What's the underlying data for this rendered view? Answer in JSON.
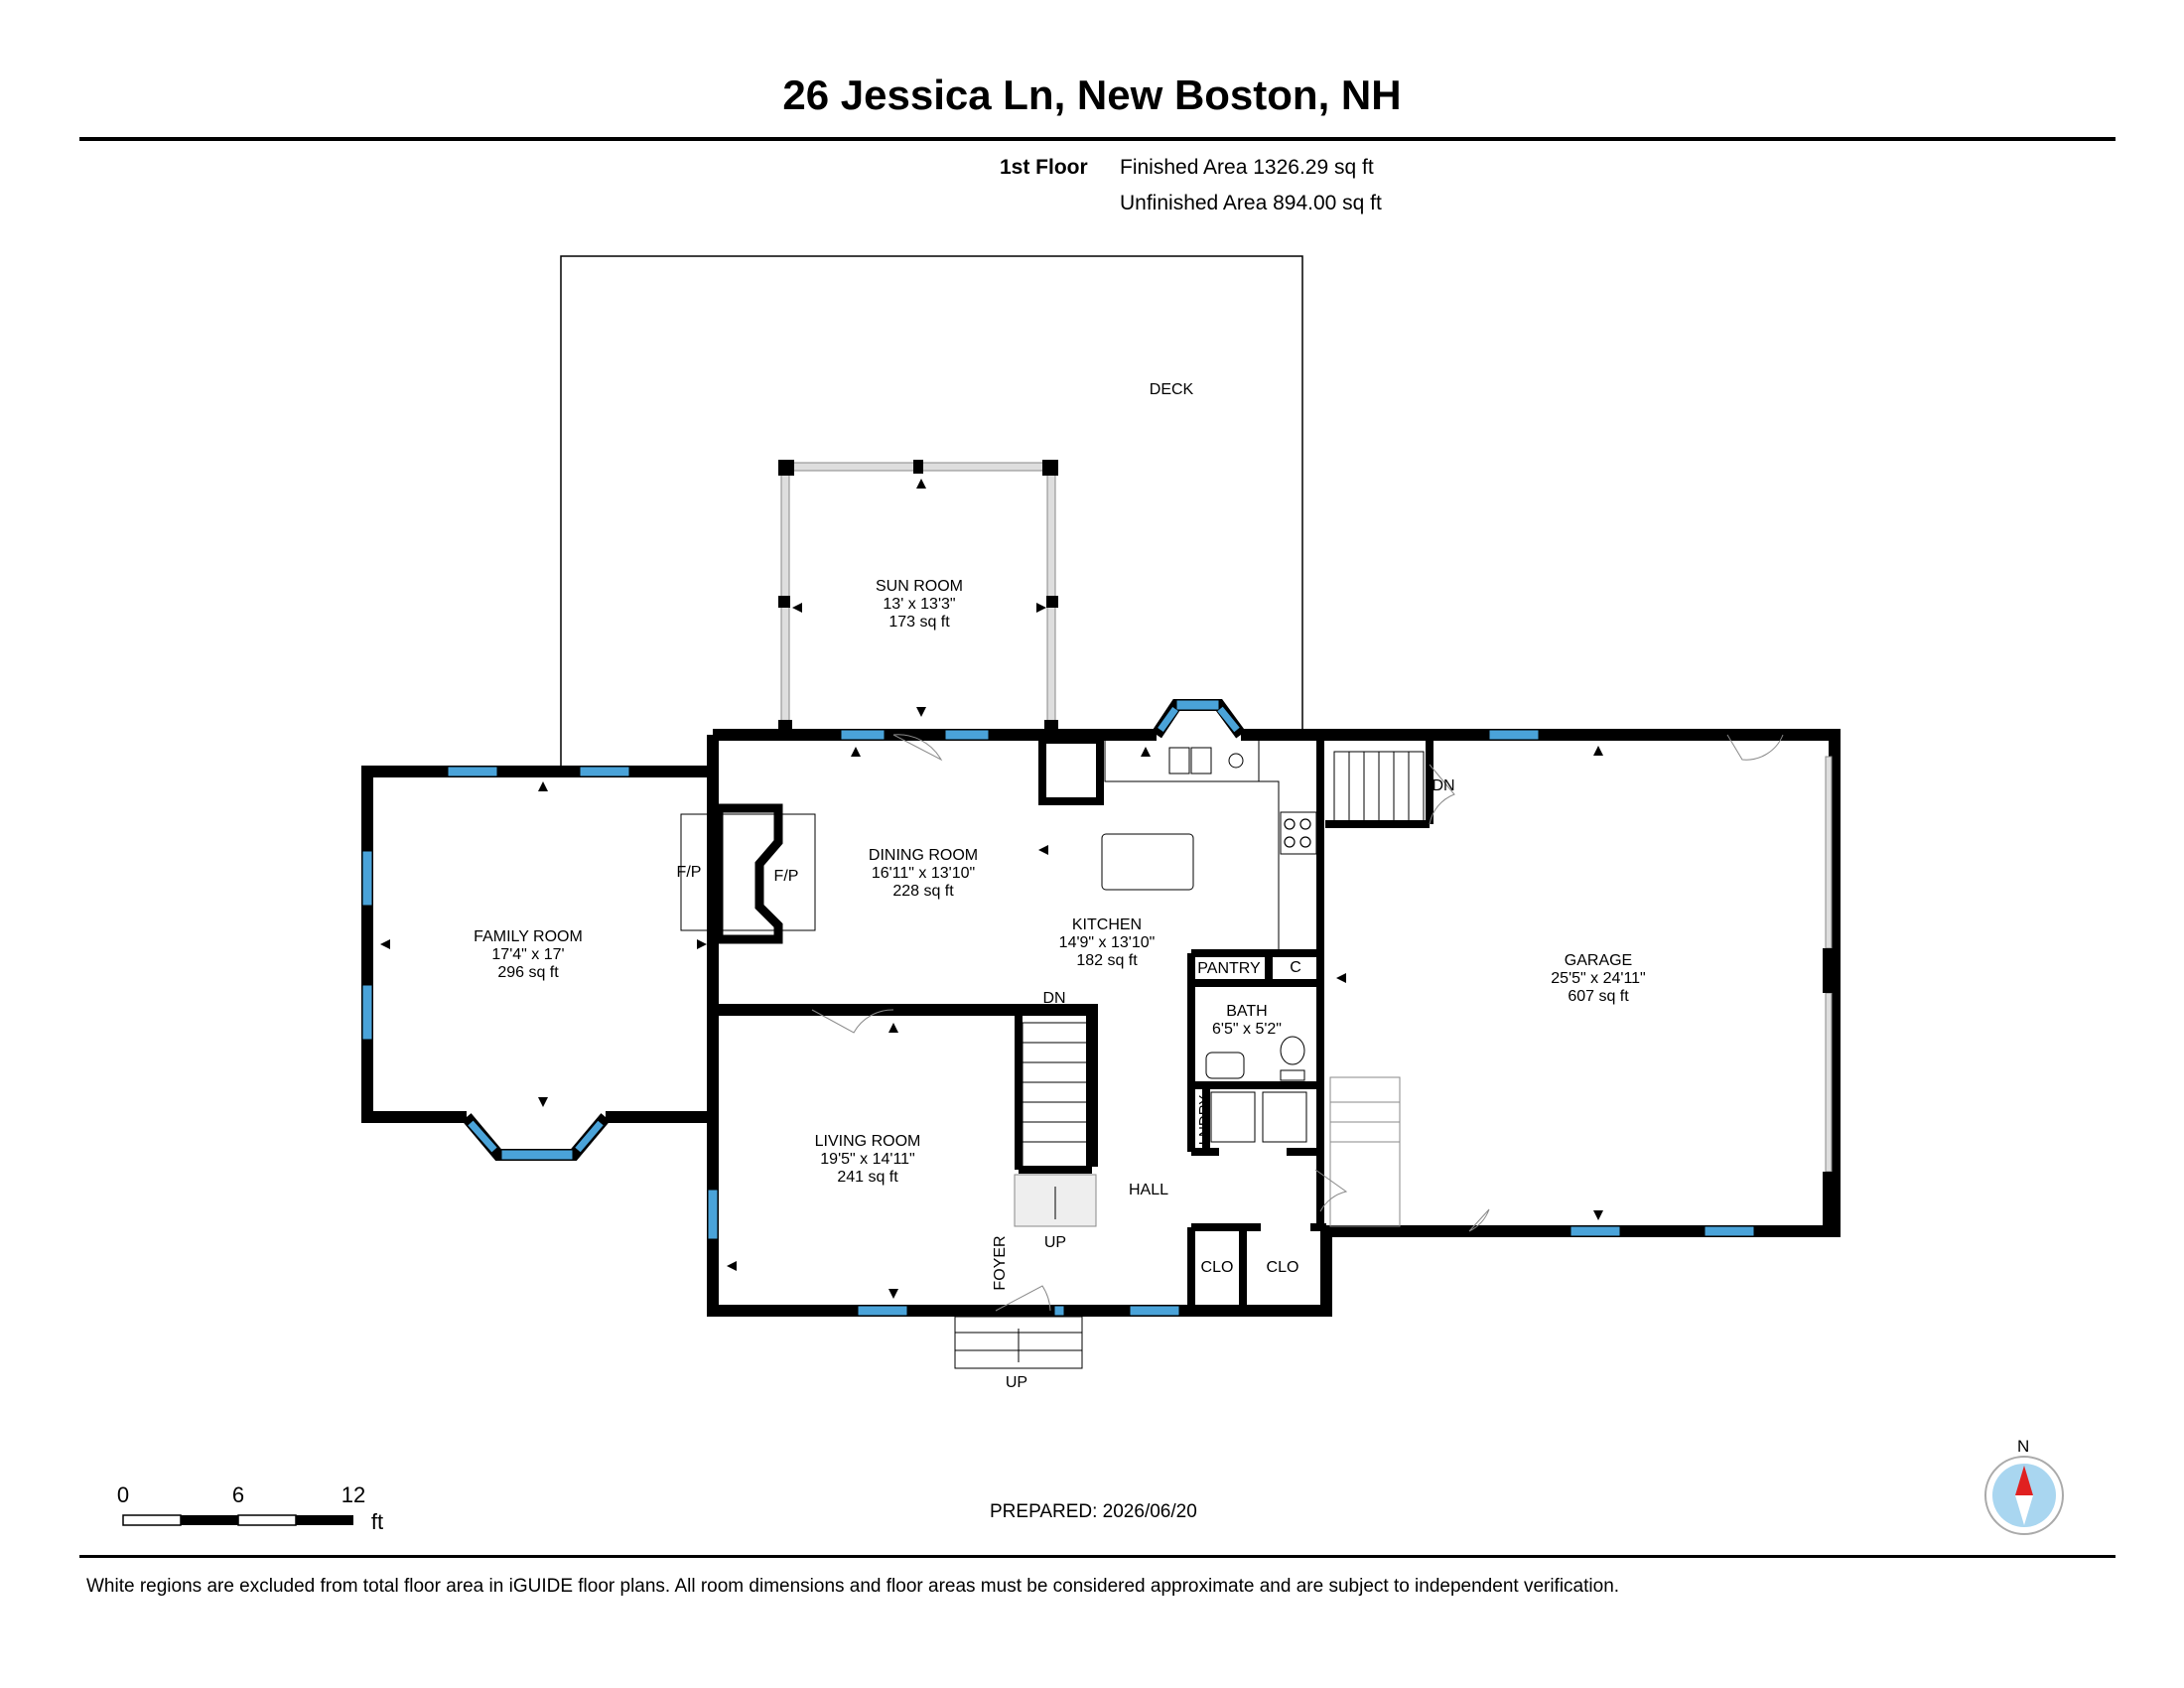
{
  "header": {
    "title": "26 Jessica Ln, New Boston, NH",
    "floor": "1st Floor",
    "finished_area": "Finished Area 1326.29 sq ft",
    "unfinished_area": "Unfinished Area 894.00 sq ft"
  },
  "rooms": {
    "deck": {
      "name": "DECK"
    },
    "sun_room": {
      "name": "SUN ROOM",
      "dims": "13' x 13'3\"",
      "area": "173 sq ft"
    },
    "family_room": {
      "name": "FAMILY ROOM",
      "dims": "17'4\" x 17'",
      "area": "296 sq ft"
    },
    "dining_room": {
      "name": "DINING ROOM",
      "dims": "16'11\" x 13'10\"",
      "area": "228 sq ft"
    },
    "kitchen": {
      "name": "KITCHEN",
      "dims": "14'9\" x 13'10\"",
      "area": "182 sq ft"
    },
    "garage": {
      "name": "GARAGE",
      "dims": "25'5\" x 24'11\"",
      "area": "607 sq ft"
    },
    "living_room": {
      "name": "LIVING ROOM",
      "dims": "19'5\" x 14'11\"",
      "area": "241 sq ft"
    },
    "bath": {
      "name": "BATH",
      "dims": "6'5\" x 5'2\""
    },
    "pantry": {
      "name": "PANTRY"
    },
    "closet_c": {
      "name": "C"
    },
    "laundry": {
      "name": "LNDRY"
    },
    "hall": {
      "name": "HALL"
    },
    "foyer": {
      "name": "FOYER"
    },
    "clo1": {
      "name": "CLO"
    },
    "clo2": {
      "name": "CLO"
    }
  },
  "labels": {
    "fp_left": "F/P",
    "fp_right": "F/P",
    "dn_garage": "DN",
    "dn_stair": "DN",
    "up_stair": "UP",
    "up_entry": "UP"
  },
  "scale": {
    "t0": "0",
    "t6": "6",
    "t12": "12",
    "unit": "ft"
  },
  "compass": {
    "north": "N"
  },
  "prepared": "PREPARED: 2026/06/20",
  "footer": "White regions are excluded from total floor area in iGUIDE floor plans. All room dimensions and floor areas must be considered approximate and are subject to independent verification.",
  "colors": {
    "wall": "#000000",
    "window": "#4aa3d9",
    "compass_red": "#e02020",
    "compass_blue": "#a9d6f0"
  }
}
